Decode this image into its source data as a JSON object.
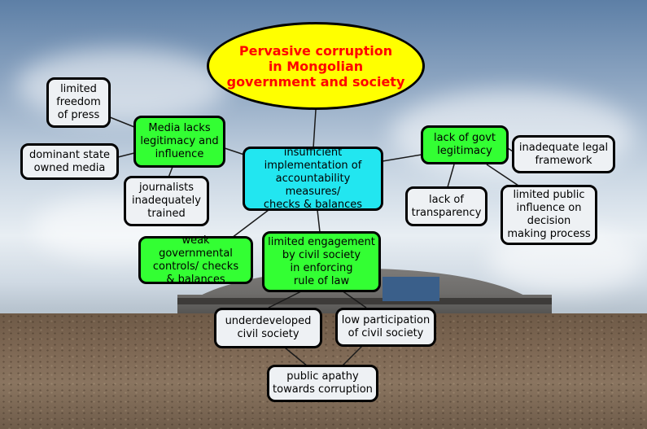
{
  "diagram": {
    "title": "Pervasive corruption\nin Mongolian\ngovernment and society",
    "nodes": {
      "central": "insufficient\nimplementation of\naccountability measures/\nchecks & balances",
      "media": "Media lacks\nlegitimacy and\ninfluence",
      "press": "limited\nfreedom\nof press",
      "state_media": "dominant state\nowned media",
      "journalists": "journalists\ninadequately\ntrained",
      "govt_legitimacy": "lack of govt\nlegitimacy",
      "legal_framework": "inadequate legal\nframework",
      "transparency": "lack of\ntransparency",
      "public_influence": "limited public\ninfluence on\ndecision\nmaking process",
      "weak_controls": "weak governmental\ncontrols/ checks\n& balances",
      "civil_engagement": "limited engagement\nby civil society\nin enforcing\nrule of law",
      "underdeveloped": "underdeveloped\ncivil society",
      "low_participation": "low participation\nof civil society",
      "apathy": "public apathy\ntowards corruption"
    },
    "colors": {
      "title_fill": "#ffff00",
      "title_text": "#ff0000",
      "cause_fill": "#33ff33",
      "central_fill": "#22e6f0",
      "leaf_fill": "#eef1f4"
    }
  }
}
